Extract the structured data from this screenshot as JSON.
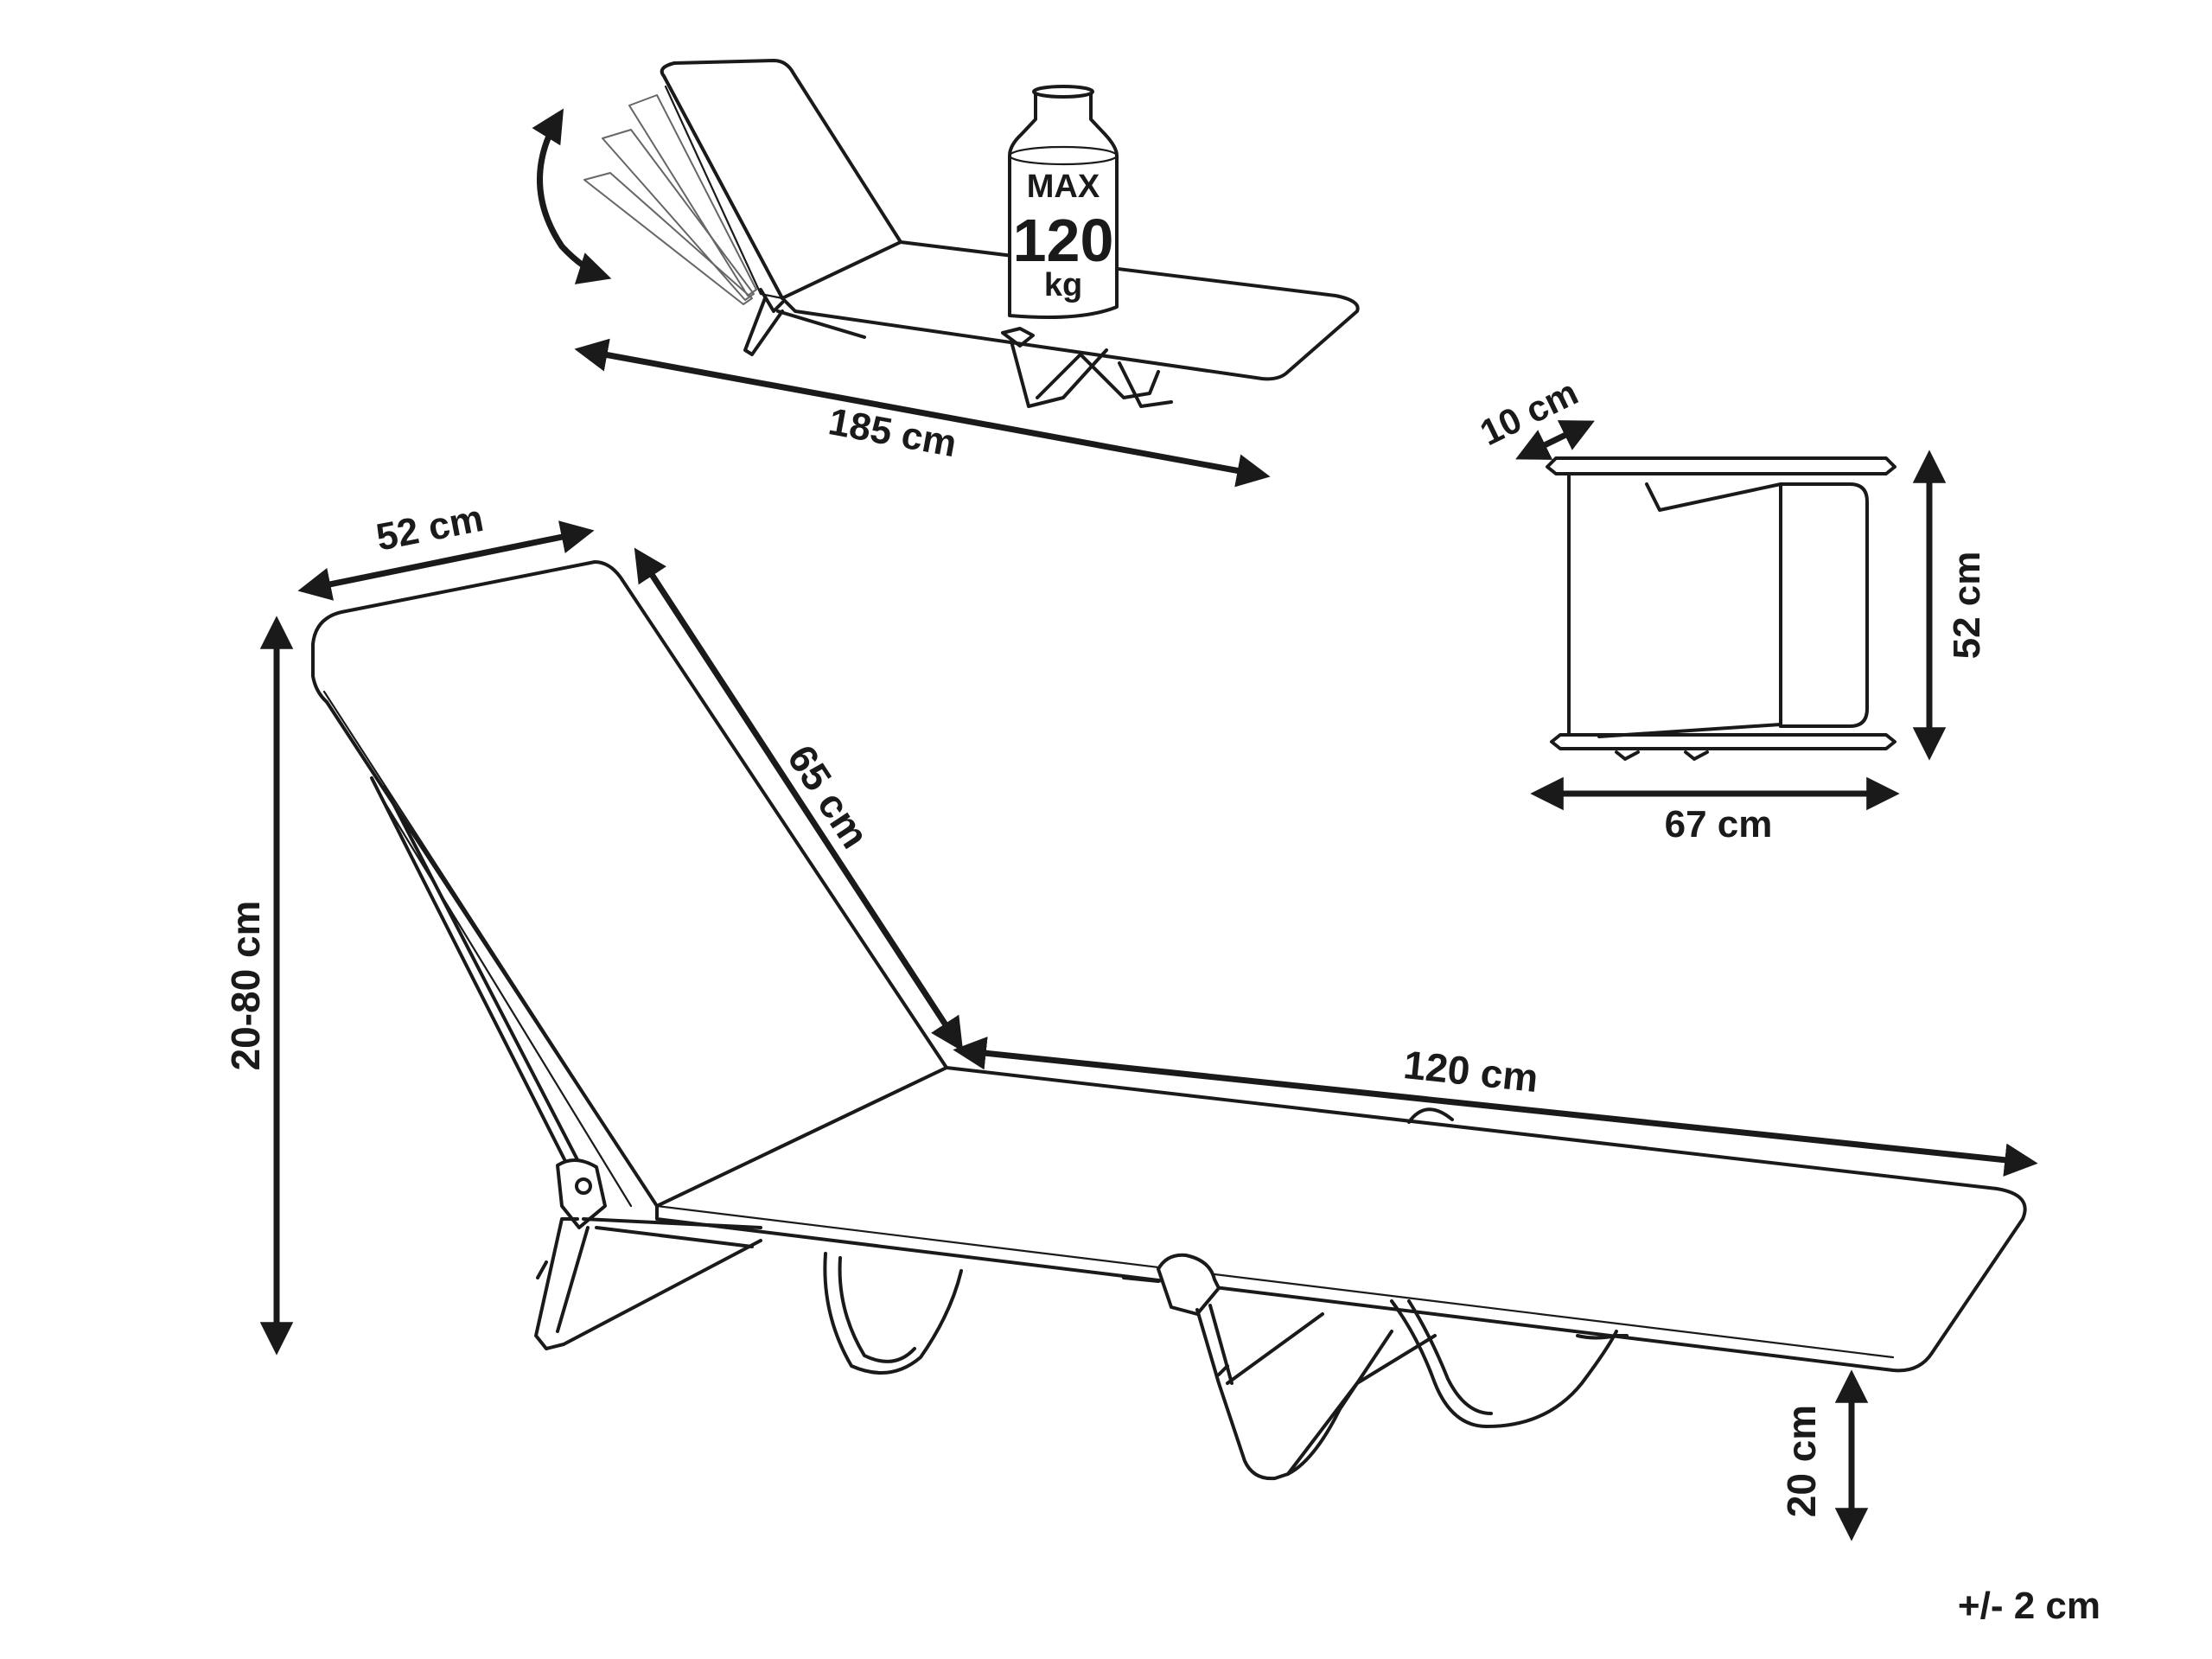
{
  "dimensions": {
    "total_length": "185 cm",
    "back_width": "52 cm",
    "back_length": "65 cm",
    "height_range": "20-80 cm",
    "seat_length": "120 cm",
    "leg_height": "20 cm",
    "folded_thickness": "10 cm",
    "folded_width": "52 cm",
    "folded_length": "67 cm"
  },
  "max_load": {
    "line1": "MAX",
    "line2": "120",
    "line3": "kg"
  },
  "tolerance": "+/- 2 cm",
  "colors": {
    "line": "#1a1a1a",
    "background": "#ffffff"
  }
}
